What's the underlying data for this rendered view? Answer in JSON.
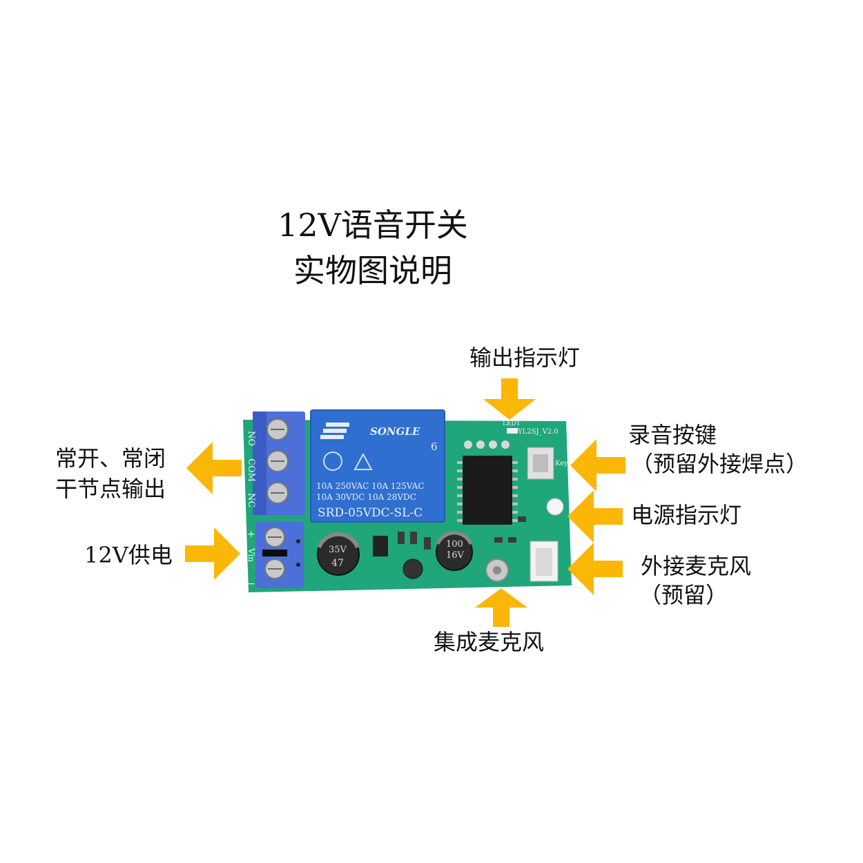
{
  "title": {
    "line1": "12V语音开关",
    "line2": "实物图说明"
  },
  "labels": {
    "output_led": "输出指示灯",
    "record_key_line1": "录音按键",
    "record_key_line2": "（预留外接焊点）",
    "power_led": "电源指示灯",
    "ext_mic_line1": "外接麦克风",
    "ext_mic_line2": "（预留）",
    "integrated_mic": "集成麦克风",
    "relay_output_line1": "常开、常闭",
    "relay_output_line2": "干节点输出",
    "power_supply": "12V供电"
  },
  "board": {
    "relay_brand": "SONGLE",
    "relay_pin": "6",
    "relay_rating1": "10A 250VAC  10A 125VAC",
    "relay_rating2": "10A  30VDC  10A 28VDC",
    "relay_model": "SRD-05VDC-SL-C",
    "terminal_no": "NO",
    "terminal_com": "COM",
    "terminal_nc": "NC",
    "terminal_plus": "+",
    "terminal_vin": "Vin",
    "terminal_minus": "−",
    "cap1_value": "47",
    "cap1_voltage": "35V",
    "cap2_value": "100",
    "cap2_voltage": "16V",
    "board_id": "DYL2SJ_V2.0",
    "key_text": "Key",
    "led1_text": "LED1"
  },
  "colors": {
    "arrow": "#fbb707",
    "pcb": "#1fa67a",
    "relay": "#2f6fcf",
    "terminal": "#4c6fd8"
  }
}
